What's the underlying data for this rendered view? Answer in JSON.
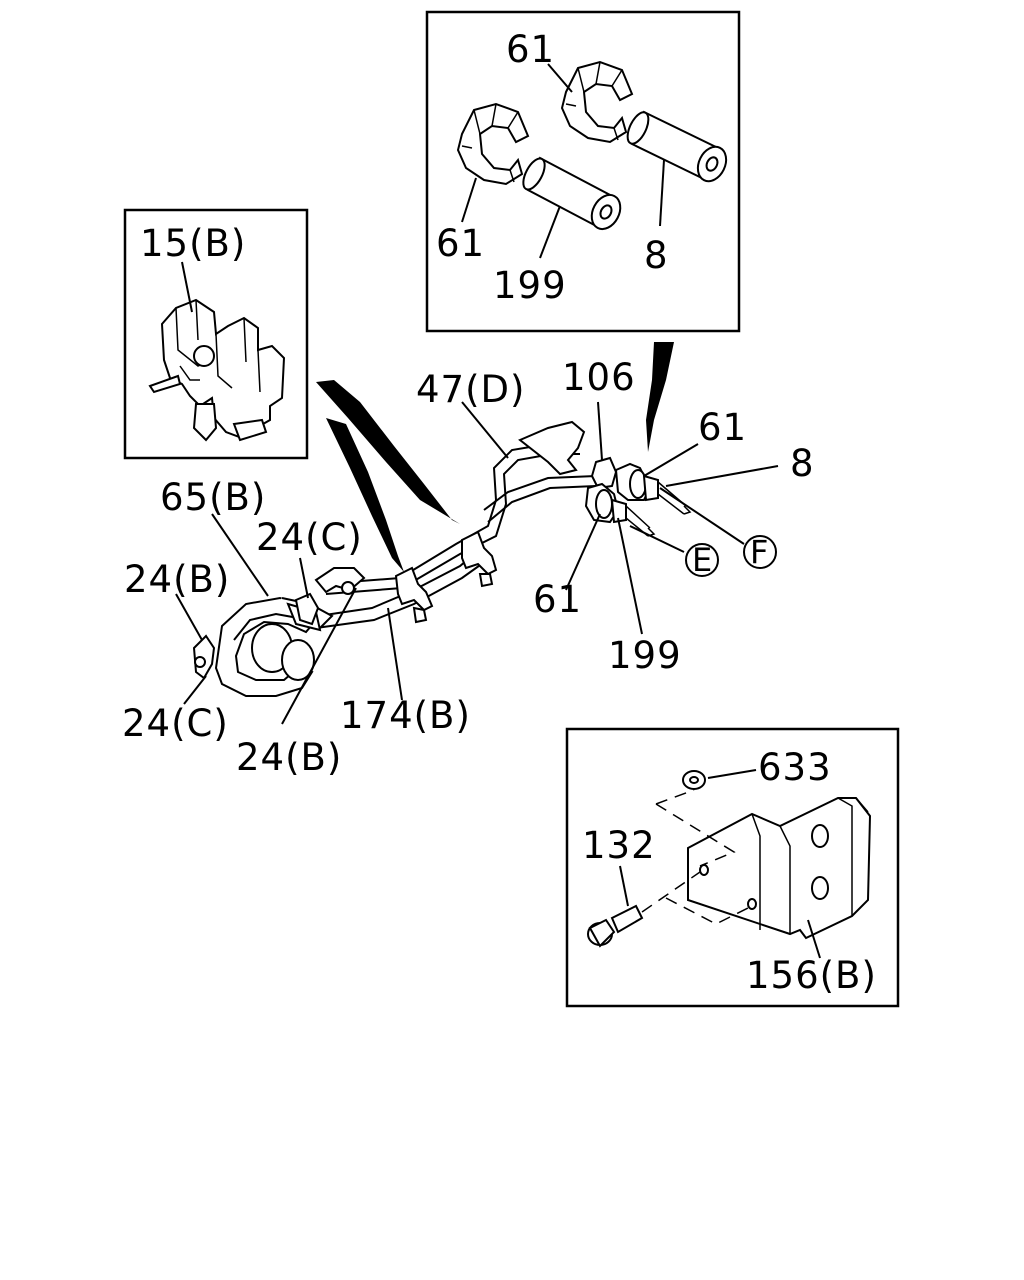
{
  "labels": {
    "p61_top": "61",
    "p61_left": "61",
    "p199_inset": "199",
    "p8_inset": "8",
    "p15b": "15(B)",
    "p47d": "47(D)",
    "p106": "106",
    "p61_right": "61",
    "p8_right": "8",
    "circle_f": "F",
    "circle_e": "E",
    "p61_bottom": "61",
    "p199_bottom": "199",
    "p65b": "65(B)",
    "p24c_top": "24(C)",
    "p24b_left": "24(B)",
    "p24c_bottom": "24(C)",
    "p24b_bottom": "24(B)",
    "p174b": "174(B)",
    "p633": "633",
    "p132": "132",
    "p156b": "156(B)"
  }
}
